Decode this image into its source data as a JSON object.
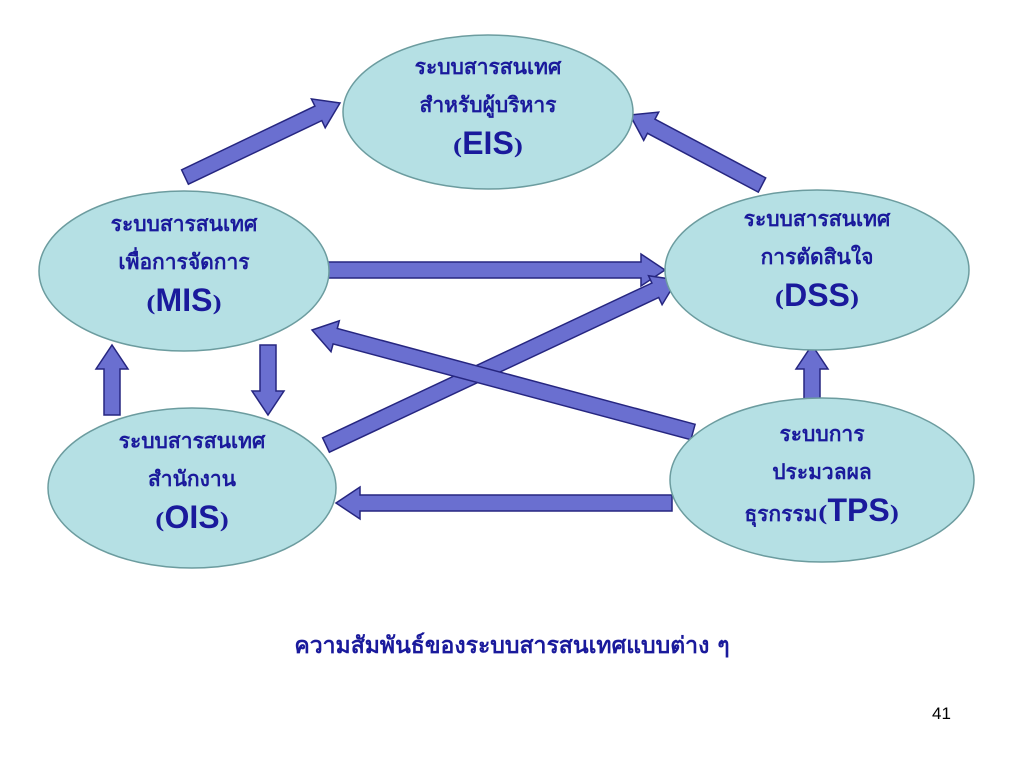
{
  "colors": {
    "node_fill": "#b5e0e4",
    "node_stroke": "#6c9c9f",
    "arrow_fill": "#6a6fd0",
    "arrow_stroke": "#262680",
    "text": "#1a1a9c"
  },
  "nodes": {
    "eis": {
      "line1": "ระบบสารสนเทศ",
      "line2": "สำหรับผู้บริหาร",
      "open": "(",
      "abbr": "EIS",
      "close": ")"
    },
    "mis": {
      "line1": "ระบบสารสนเทศ",
      "line2": "เพื่อการจัดการ",
      "open": "(",
      "abbr": "MIS",
      "close": ")"
    },
    "dss": {
      "line1": "ระบบสารสนเทศ",
      "line2": "การตัดสินใจ",
      "open": "(",
      "abbr": "DSS",
      "close": ")"
    },
    "ois": {
      "line1": "ระบบสารสนเทศ",
      "line2": "สำนักงาน",
      "open": "(",
      "abbr": "OIS",
      "close": ")"
    },
    "tps": {
      "line1": "ระบบการ",
      "line2": "ประมวลผล",
      "open": "ธุรกรรม(",
      "abbr": "TPS",
      "close": ")"
    }
  },
  "caption": "ความสัมพันธ์ของระบบสารสนเทศแบบต่าง ๆ",
  "page_number": "41"
}
